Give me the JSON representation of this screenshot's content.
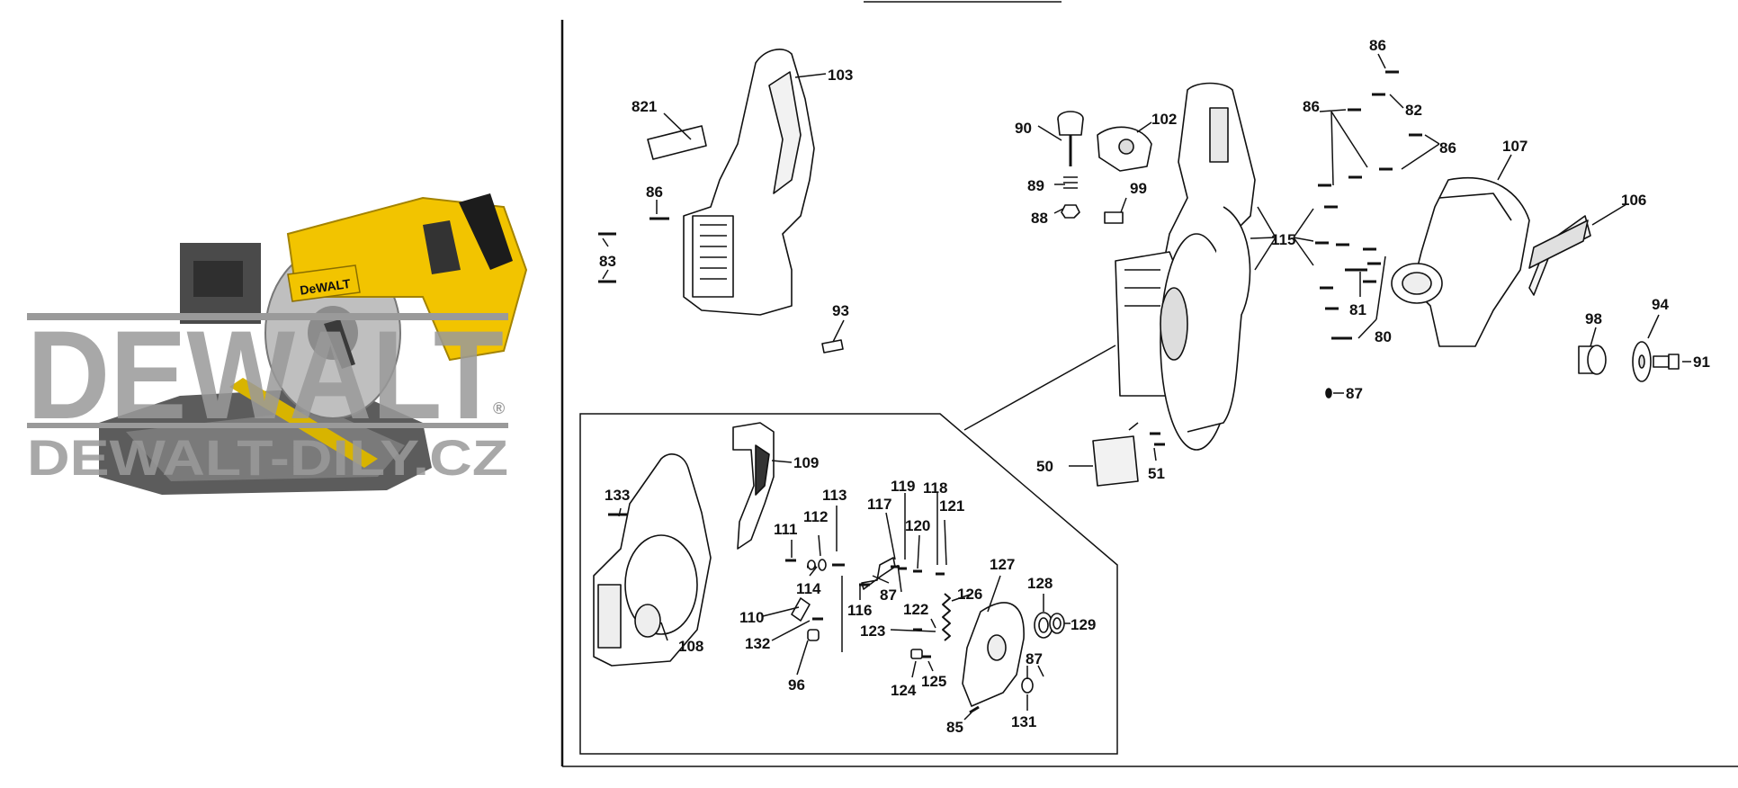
{
  "watermark": {
    "brand": "DEWALT",
    "registered": "®",
    "site": "DEWALT-DILY.CZ"
  },
  "product_badge": "DeWALT",
  "callouts": [
    {
      "id": "c103",
      "text": "103"
    },
    {
      "id": "c821",
      "text": "821"
    },
    {
      "id": "c86a",
      "text": "86"
    },
    {
      "id": "c83",
      "text": "83"
    },
    {
      "id": "c93",
      "text": "93"
    },
    {
      "id": "c90",
      "text": "90"
    },
    {
      "id": "c102",
      "text": "102"
    },
    {
      "id": "c89",
      "text": "89"
    },
    {
      "id": "c88",
      "text": "88"
    },
    {
      "id": "c99",
      "text": "99"
    },
    {
      "id": "c86b",
      "text": "86"
    },
    {
      "id": "c82",
      "text": "82"
    },
    {
      "id": "c86c",
      "text": "86"
    },
    {
      "id": "c86d",
      "text": "86"
    },
    {
      "id": "c107",
      "text": "107"
    },
    {
      "id": "c106",
      "text": "106"
    },
    {
      "id": "c115",
      "text": "115"
    },
    {
      "id": "c81",
      "text": "81"
    },
    {
      "id": "c80",
      "text": "80"
    },
    {
      "id": "c98",
      "text": "98"
    },
    {
      "id": "c94",
      "text": "94"
    },
    {
      "id": "c91",
      "text": "91"
    },
    {
      "id": "c87a",
      "text": "87"
    },
    {
      "id": "c50",
      "text": "50"
    },
    {
      "id": "c51",
      "text": "51"
    },
    {
      "id": "c109",
      "text": "109"
    },
    {
      "id": "c133",
      "text": "133"
    },
    {
      "id": "c113",
      "text": "113"
    },
    {
      "id": "c111",
      "text": "111"
    },
    {
      "id": "c112",
      "text": "112"
    },
    {
      "id": "c119",
      "text": "119"
    },
    {
      "id": "c118",
      "text": "118"
    },
    {
      "id": "c117",
      "text": "117"
    },
    {
      "id": "c120",
      "text": "120"
    },
    {
      "id": "c121",
      "text": "121"
    },
    {
      "id": "c127",
      "text": "127"
    },
    {
      "id": "c114",
      "text": "114"
    },
    {
      "id": "c87b",
      "text": "87"
    },
    {
      "id": "c126",
      "text": "126"
    },
    {
      "id": "c128",
      "text": "128"
    },
    {
      "id": "c110",
      "text": "110"
    },
    {
      "id": "c116",
      "text": "116"
    },
    {
      "id": "c122",
      "text": "122"
    },
    {
      "id": "c129",
      "text": "129"
    },
    {
      "id": "c132",
      "text": "132"
    },
    {
      "id": "c123",
      "text": "123"
    },
    {
      "id": "c108",
      "text": "108"
    },
    {
      "id": "c87c",
      "text": "87"
    },
    {
      "id": "c96",
      "text": "96"
    },
    {
      "id": "c124",
      "text": "124"
    },
    {
      "id": "c125",
      "text": "125"
    },
    {
      "id": "c131",
      "text": "131"
    },
    {
      "id": "c85",
      "text": "85"
    }
  ]
}
